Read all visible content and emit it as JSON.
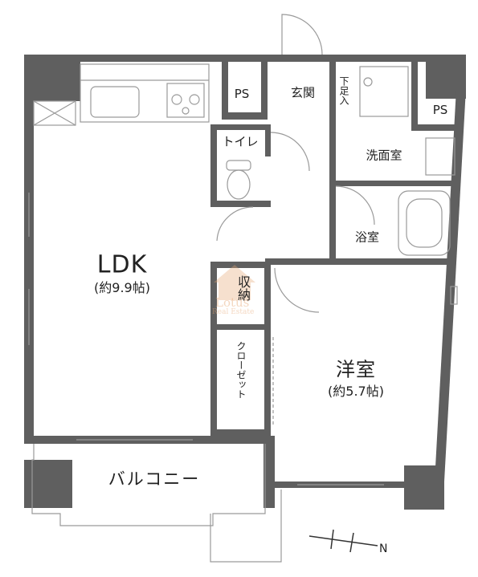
{
  "rooms": {
    "ldk": {
      "name": "LDK",
      "size": "(約9.9帖)"
    },
    "western": {
      "name": "洋室",
      "size": "(約5.7帖)"
    },
    "ps_left": "PS",
    "ps_right": "PS",
    "entrance": "玄関",
    "shoe_storage": "下足入",
    "toilet": "トイレ",
    "washroom": "洗面室",
    "bath": "浴室",
    "storage": "収納",
    "closet": "クローゼット",
    "balcony": "バルコニー"
  },
  "compass": {
    "letter": "N"
  },
  "watermark": {
    "line1": "Lotus",
    "line2": "Real Estate"
  },
  "colors": {
    "wall": "#5f5f5f",
    "fixture": "#9a9a9a",
    "watermark": "#e7a774"
  }
}
